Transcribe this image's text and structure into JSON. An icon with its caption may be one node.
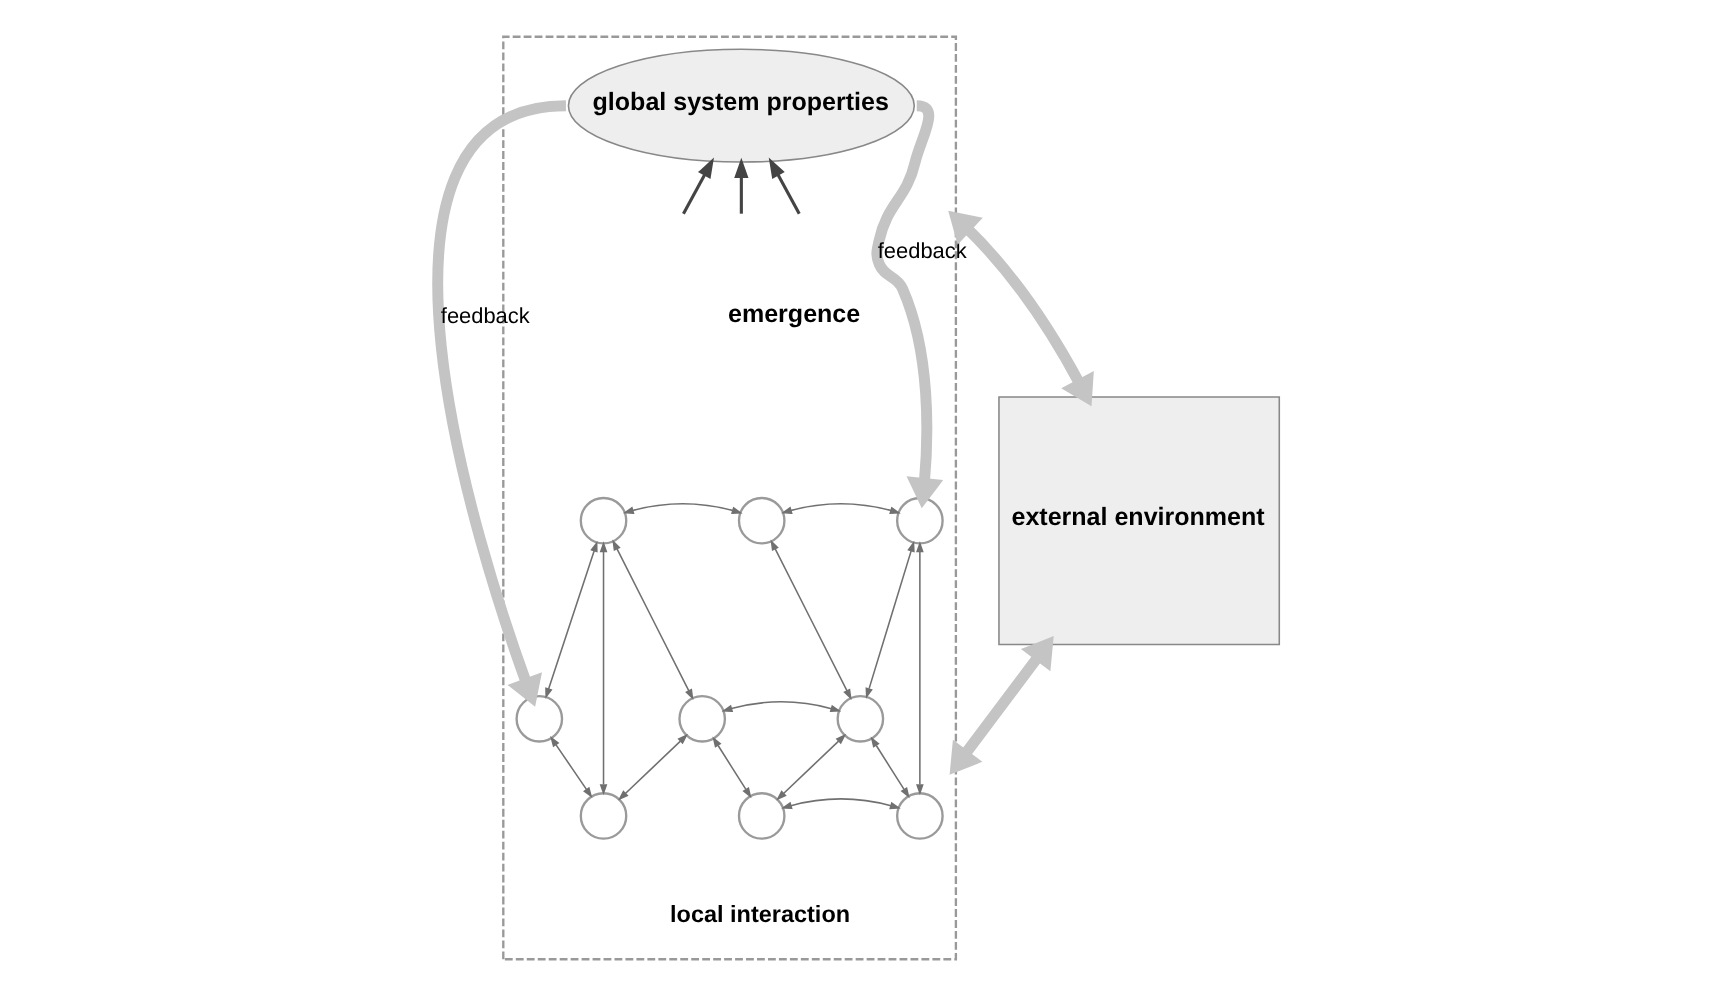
{
  "diagram": {
    "nodes": [
      {
        "text": [],
        "shape": "box"
      },
      {
        "text": [
          "global system properties"
        ],
        "in": 0
      },
      {
        "text": [],
        "shape": "circle",
        "in": 0
      },
      {
        "text": [],
        "shape": "circle",
        "in": 0
      },
      {
        "text": [],
        "shape": "circle",
        "in": 0
      },
      {
        "text": [],
        "shape": "circle",
        "in": 0
      },
      {
        "text": [],
        "shape": "circle",
        "in": 0
      },
      {
        "text": [],
        "shape": "circle",
        "in": 0
      },
      {
        "text": [],
        "shape": "circle",
        "in": 0
      },
      {
        "text": [],
        "shape": "circle",
        "in": 0
      },
      {
        "text": [],
        "shape": "circle",
        "in": 0
      },
      {
        "text": [
          "external environment"
        ]
      }
    ],
    "edges": [
      {
        "from": null,
        "to": 1,
        "arrow": "to",
        "color": "#444444"
      },
      {
        "from": null,
        "to": 1,
        "arrow": "to",
        "color": "#444444"
      },
      {
        "from": null,
        "to": 1,
        "arrow": "to",
        "color": "#444444"
      },
      {
        "from": 1,
        "to": 2,
        "arrow": "to",
        "label": "feedback",
        "style": "thick",
        "color": "#c4c4c4"
      },
      {
        "from": 1,
        "to": 9,
        "arrow": "to",
        "label": "feedback",
        "style": "thick",
        "color": "#c4c4c4"
      },
      {
        "from": 2,
        "to": 3,
        "arrow": "both"
      },
      {
        "from": 2,
        "to": 4,
        "arrow": "both"
      },
      {
        "from": 3,
        "to": 4,
        "arrow": "both"
      },
      {
        "from": 3,
        "to": 6,
        "arrow": "both"
      },
      {
        "from": 3,
        "to": 5,
        "arrow": "both"
      },
      {
        "from": 5,
        "to": 4,
        "arrow": "both"
      },
      {
        "from": 5,
        "to": 8,
        "arrow": "both"
      },
      {
        "from": 5,
        "to": 7,
        "arrow": "both"
      },
      {
        "from": 6,
        "to": 7,
        "arrow": "both"
      },
      {
        "from": 6,
        "to": 9,
        "arrow": "both"
      },
      {
        "from": 7,
        "to": 9,
        "arrow": "both"
      },
      {
        "from": 7,
        "to": 8,
        "arrow": "both"
      },
      {
        "from": 7,
        "to": 10,
        "arrow": "both"
      },
      {
        "from": 8,
        "to": 10,
        "arrow": "both"
      },
      {
        "from": 9,
        "to": 10,
        "arrow": "both"
      },
      {
        "from": 0,
        "to": 11,
        "arrow": "both",
        "style": "thick",
        "color": "#c4c4c4"
      },
      {
        "from": 0,
        "to": 11,
        "arrow": "both",
        "style": "thick",
        "color": "#c4c4c4"
      }
    ],
    "labels": [
      "emergence",
      "local interaction"
    ]
  }
}
